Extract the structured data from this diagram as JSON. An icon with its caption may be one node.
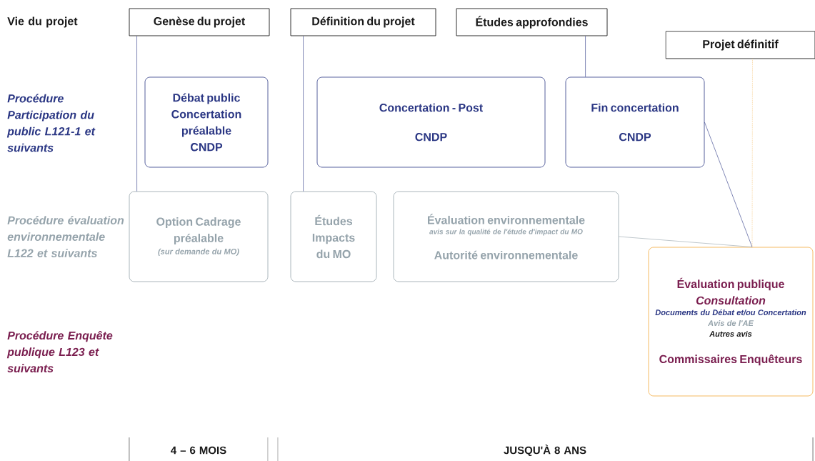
{
  "diagram": {
    "nodes": [
      {
        "text": [
          "Genèse du projet"
        ]
      },
      {
        "text": [
          "Définition du projet"
        ]
      },
      {
        "text": [
          "Études approfondies"
        ]
      },
      {
        "text": [
          "Projet définitif"
        ]
      },
      {
        "text": [
          "Débat public Concertation préalable",
          "CNDP"
        ]
      },
      {
        "text": [
          "Concertation - Post",
          "CNDP"
        ]
      },
      {
        "text": [
          "Fin concertation",
          "CNDP"
        ]
      },
      {
        "text": [
          "Option Cadrage préalable",
          "(sur demande du MO)"
        ]
      },
      {
        "text": [
          "Études Impacts du MO"
        ]
      },
      {
        "text": [
          "Évaluation environnementale",
          "avis sur la qualité de l'étude d'impact du MO",
          "Autorité environnementale"
        ]
      },
      {
        "text": [
          "Évaluation publique",
          "Consultation",
          "Documents du Débat et/ou Concertation",
          "Avis de l'AE",
          "Autres avis",
          "Commissaires Enquêteurs"
        ]
      }
    ],
    "edges": [
      {
        "from": 0,
        "to": 7,
        "arrow": "none"
      },
      {
        "from": 1,
        "to": 8,
        "arrow": "none"
      },
      {
        "from": 2,
        "to": 6,
        "arrow": "none"
      },
      {
        "from": 3,
        "to": 10,
        "arrow": "none",
        "style": "dashed",
        "color": "#f2a93b"
      },
      {
        "from": 6,
        "to": 10,
        "arrow": "none"
      },
      {
        "from": 9,
        "to": 10,
        "arrow": "none",
        "color": "#95a3ab"
      }
    ],
    "labels": [
      "Vie du projet",
      "Procédure Participation du public L121-1 et suivants",
      "Procédure évaluation environnementale L122 et suivants",
      "Procédure Enquête publique L123 et suivants",
      "4 – 6 MOIS",
      "JUSQU'À 8 ANS"
    ]
  }
}
